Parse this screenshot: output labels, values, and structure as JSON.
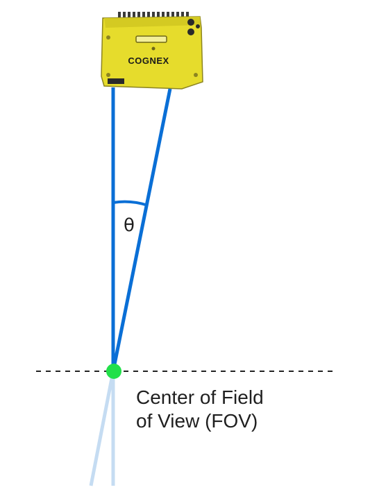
{
  "camera": {
    "brand": "COGNEX",
    "body_color": "#e6dc2c",
    "brand_text_color": "#1a1a1a",
    "icon": "machine-vision-camera-icon"
  },
  "diagram": {
    "angle_symbol": "θ",
    "ray_color": "#0a6fd6",
    "extension_color": "#c5dcf2",
    "center_point_color": "#22e04a",
    "baseline_style": "dashed",
    "label_line1": "Center of Field",
    "label_line2": "of View (FOV)"
  }
}
